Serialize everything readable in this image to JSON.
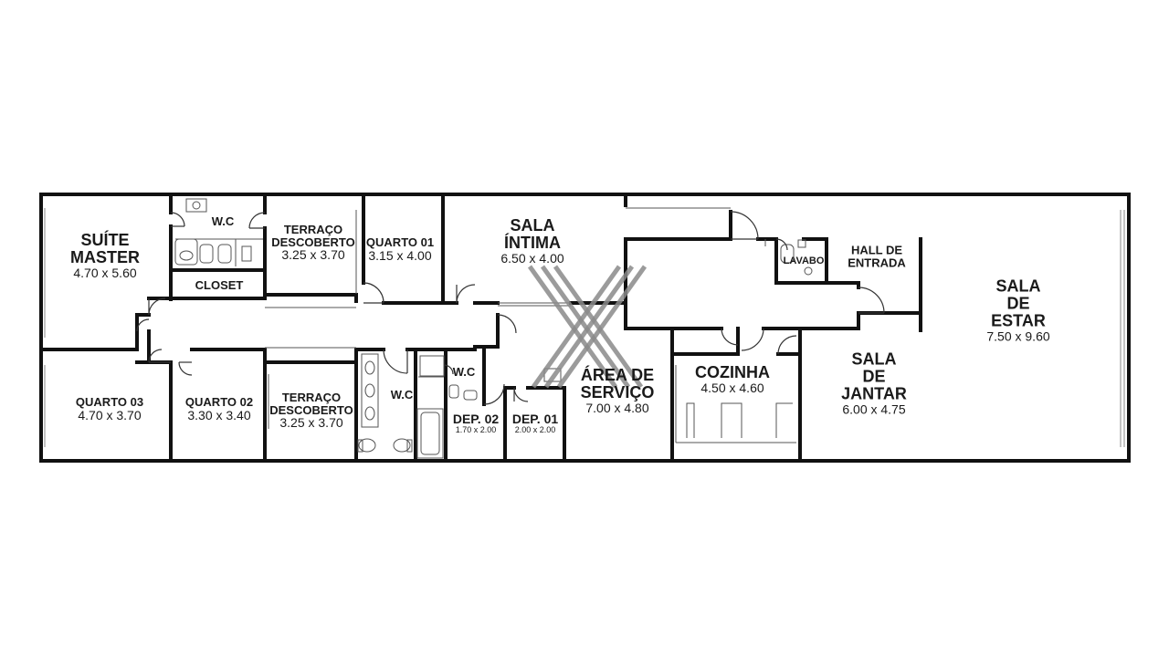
{
  "floor_plan": {
    "rooms": [
      {
        "id": "suite-master",
        "name": [
          "SUÍTE",
          "MASTER"
        ],
        "dims": "4.70 x 5.60",
        "size": "big"
      },
      {
        "id": "wc-suite",
        "name": [
          "W.C"
        ],
        "dims": "",
        "size": "sm"
      },
      {
        "id": "closet",
        "name": [
          "CLOSET"
        ],
        "dims": "",
        "size": "sm"
      },
      {
        "id": "terraco-1",
        "name": [
          "TERRAÇO",
          "DESCOBERTO"
        ],
        "dims": "3.25 x 3.70",
        "size": "sm"
      },
      {
        "id": "quarto-01",
        "name": [
          "QUARTO 01"
        ],
        "dims": "3.15 x 4.00",
        "size": "sm"
      },
      {
        "id": "sala-intima",
        "name": [
          "SALA",
          "ÍNTIMA"
        ],
        "dims": "6.50 x 4.00",
        "size": "big"
      },
      {
        "id": "lavabo",
        "name": [
          "LAVABO"
        ],
        "dims": "",
        "size": "tiny"
      },
      {
        "id": "hall-entrada",
        "name": [
          "HALL DE",
          "ENTRADA"
        ],
        "dims": "",
        "size": "sm"
      },
      {
        "id": "sala-estar",
        "name": [
          "SALA",
          "DE",
          "ESTAR"
        ],
        "dims": "7.50 x 9.60",
        "size": "big"
      },
      {
        "id": "quarto-03",
        "name": [
          "QUARTO 03"
        ],
        "dims": "4.70 x 3.70",
        "size": "sm"
      },
      {
        "id": "quarto-02",
        "name": [
          "QUARTO 02"
        ],
        "dims": "3.30 x 3.40",
        "size": "sm"
      },
      {
        "id": "terraco-2",
        "name": [
          "TERRAÇO",
          "DESCOBERTO"
        ],
        "dims": "3.25 x 3.70",
        "size": "sm"
      },
      {
        "id": "wc-social",
        "name": [
          "W.C"
        ],
        "dims": "",
        "size": "sm"
      },
      {
        "id": "wc-servico",
        "name": [
          "W.C"
        ],
        "dims": "",
        "size": "sm"
      },
      {
        "id": "dep-02",
        "name": [
          "DEP. 02"
        ],
        "dims": "1.70 x 2.00",
        "size": "xs"
      },
      {
        "id": "dep-01",
        "name": [
          "DEP. 01"
        ],
        "dims": "2.00 x 2.00",
        "size": "xs"
      },
      {
        "id": "area-servico",
        "name": [
          "ÁREA DE",
          "SERVIÇO"
        ],
        "dims": "7.00 x 4.80",
        "size": "big"
      },
      {
        "id": "cozinha",
        "name": [
          "COZINHA"
        ],
        "dims": "4.50 x 4.60",
        "size": "big"
      },
      {
        "id": "sala-jantar",
        "name": [
          "SALA",
          "DE",
          "JANTAR"
        ],
        "dims": "6.00 x 4.75",
        "size": "big"
      }
    ],
    "colors": {
      "wall": "#111111",
      "thin": "#555555",
      "watermark": "#8a8a8a",
      "background": "#ffffff"
    },
    "watermark": {
      "icon": "x-logo-icon"
    }
  }
}
